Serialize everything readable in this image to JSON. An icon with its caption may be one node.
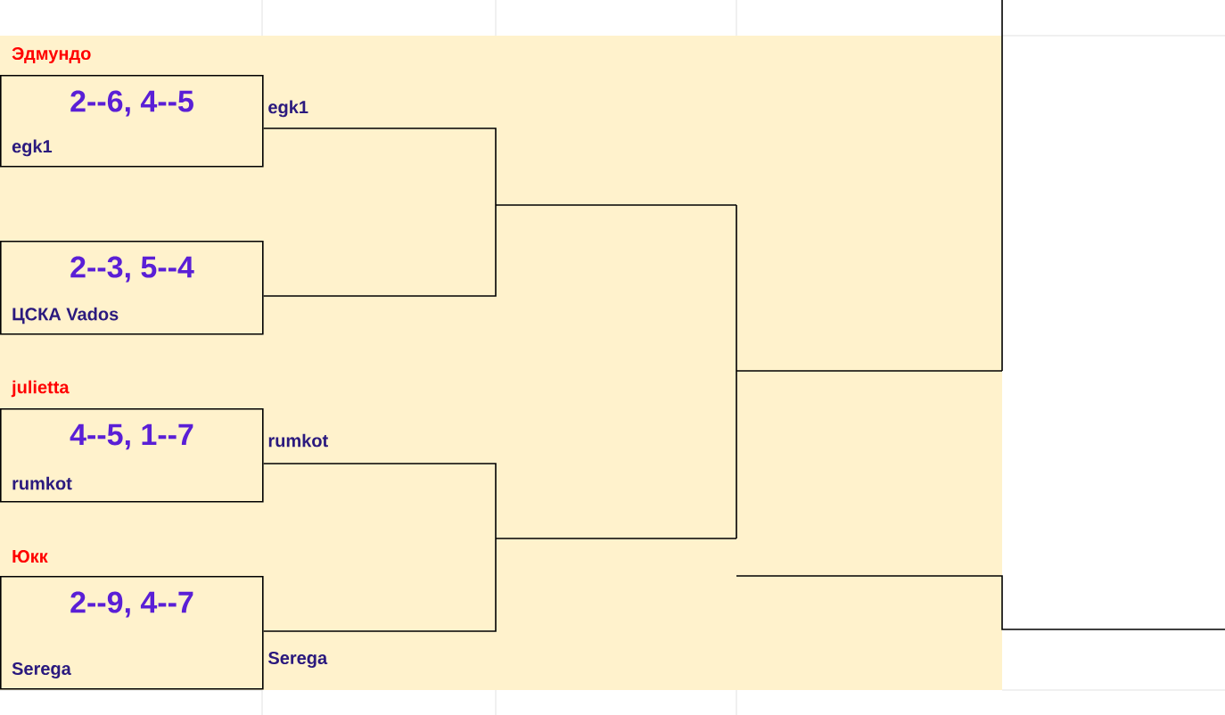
{
  "diagram": {
    "nodes": [
      {
        "text": [
          "Эдмундо",
          "2--6, 4--5",
          "egk1"
        ]
      },
      {
        "text": [
          "2--3, 5--4",
          "ЦСКА Vados"
        ]
      },
      {
        "text": [
          "julietta",
          "4--5, 1--7",
          "rumkot"
        ]
      },
      {
        "text": [
          "Юкк",
          "2--9, 4--7",
          "Serega"
        ]
      }
    ],
    "edges": [
      {
        "from": 0,
        "to": 1,
        "arrow": "none"
      },
      {
        "from": 2,
        "to": 3,
        "arrow": "none"
      }
    ],
    "labels": [
      "egk1",
      "rumkot",
      "Serega"
    ]
  }
}
